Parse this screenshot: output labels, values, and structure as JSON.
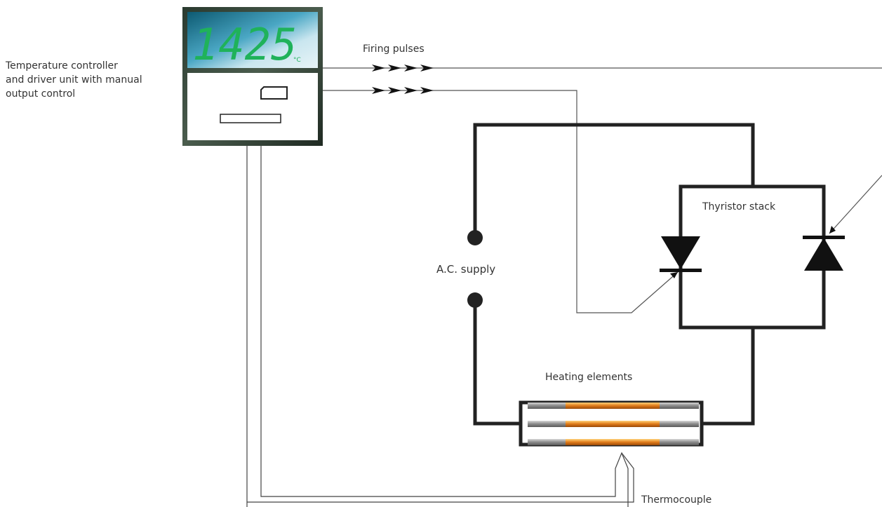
{
  "labels": {
    "controller": [
      "Temperature controller",
      "and driver unit with manual",
      "output control"
    ],
    "firing_pulses": "Firing pulses",
    "ac_supply": "A.C. supply",
    "thyristor_stack": "Thyristor stack",
    "heating_elements": "Heating elements",
    "thermocouple": "Thermocouple"
  },
  "display": {
    "reading": "1425",
    "unit": "°C"
  },
  "colors": {
    "wire": "#222222",
    "signal": "#555555",
    "display_digits": "#1fb25a",
    "element_hot": "#e07b1a",
    "element_cold": "#9a9a9a"
  }
}
